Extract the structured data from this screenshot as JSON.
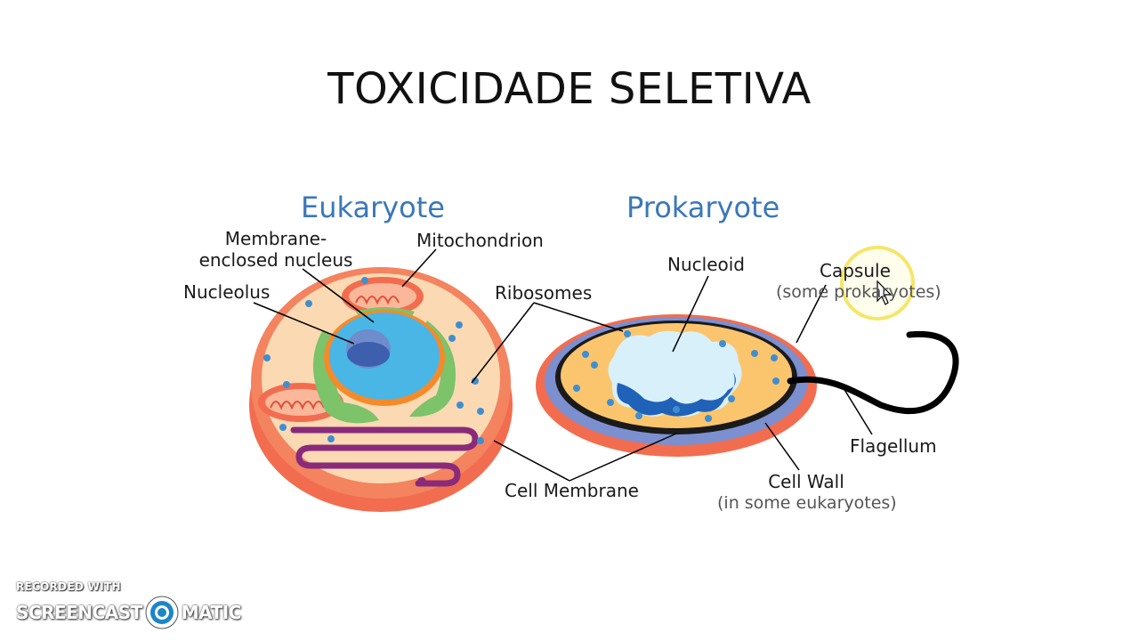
{
  "slide": {
    "title": "TOXICIDADE SELETIVA"
  },
  "eukaryote": {
    "heading": "Eukaryote",
    "labels": {
      "membrane_nucleus_line1": "Membrane-",
      "membrane_nucleus_line2": "enclosed nucleus",
      "mitochondrion": "Mitochondrion",
      "nucleolus": "Nucleolus",
      "ribosomes": "Ribosomes"
    }
  },
  "prokaryote": {
    "heading": "Prokaryote",
    "labels": {
      "nucleoid": "Nucleoid",
      "capsule": "Capsule",
      "capsule_note": "(some prokaryotes)",
      "flagellum": "Flagellum",
      "cell_wall": "Cell Wall",
      "cell_wall_note": "(in some eukaryotes)"
    }
  },
  "shared": {
    "cell_membrane": "Cell Membrane"
  },
  "watermark": {
    "top": "RECORDED WITH",
    "left_word": "SCREENCAST",
    "right_word": "MATIC"
  },
  "colors": {
    "heading_blue": "#3a78b8",
    "cell_orange": "#f26d4f",
    "cytoplasm": "#fbd9b3",
    "nucleus_blue": "#49b6e6",
    "er_green": "#7cc36a",
    "golgi_purple": "#8a2a7a",
    "cursor_highlight": "#f5e66a"
  }
}
